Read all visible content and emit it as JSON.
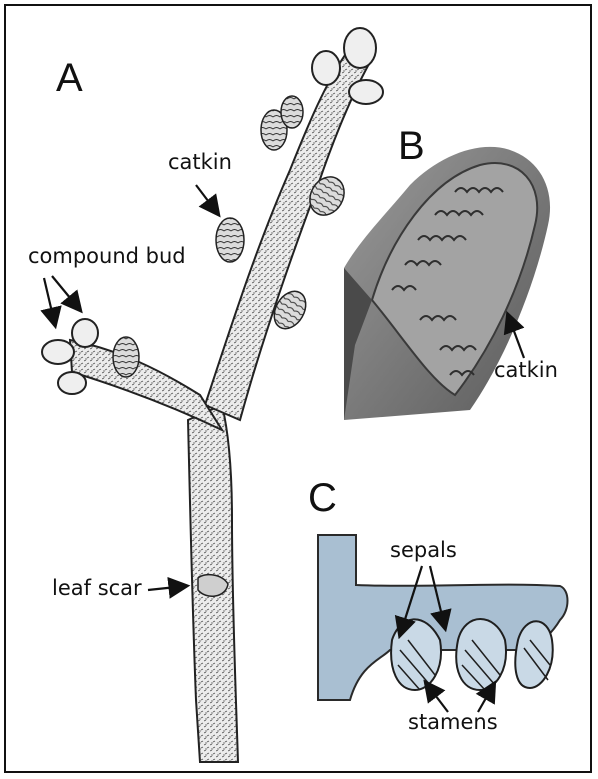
{
  "panels": {
    "a": "A",
    "b": "B",
    "c": "C"
  },
  "labels": {
    "catkin_top": "catkin",
    "compound_bud": "compound bud",
    "leaf_scar": "leaf scar",
    "catkin_b": "catkin",
    "sepals": "sepals",
    "stamens": "stamens"
  },
  "colors": {
    "twig_fill": "#e9e9e9",
    "ink": "#1a1a1a",
    "photo_bg": "#6f6f6f",
    "photo_light": "#b4b4b4",
    "sepal_fill": "#a9bfd2",
    "stamen_fill": "#c9d9e6"
  }
}
